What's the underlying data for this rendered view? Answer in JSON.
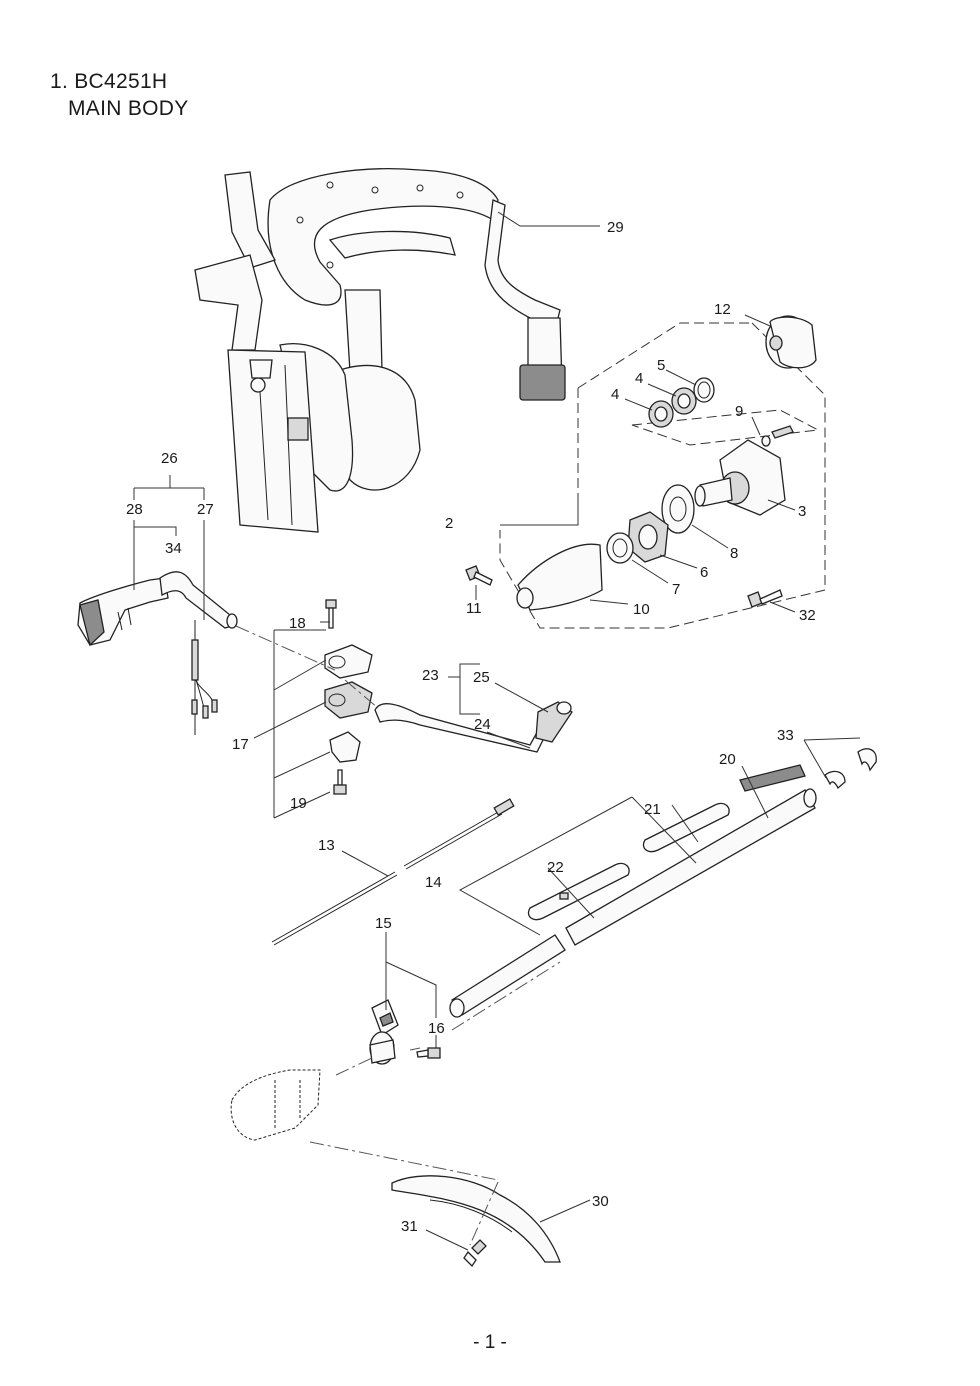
{
  "header": {
    "title_line1": "1. BC4251H",
    "title_line2": "MAIN BODY"
  },
  "diagram": {
    "callouts": {
      "c2": "2",
      "c3": "3",
      "c4a": "4",
      "c4b": "4",
      "c5": "5",
      "c6": "6",
      "c7": "7",
      "c8": "8",
      "c9": "9",
      "c10": "10",
      "c11": "11",
      "c12": "12",
      "c13": "13",
      "c14": "14",
      "c15": "15",
      "c16": "16",
      "c17": "17",
      "c18": "18",
      "c19": "19",
      "c20": "20",
      "c21": "21",
      "c22": "22",
      "c23": "23",
      "c24": "24",
      "c25": "25",
      "c26": "26",
      "c27": "27",
      "c28": "28",
      "c29": "29",
      "c30": "30",
      "c31": "31",
      "c32": "32",
      "c33": "33",
      "c34": "34"
    }
  },
  "footer": {
    "page_number": "- 1 -"
  }
}
